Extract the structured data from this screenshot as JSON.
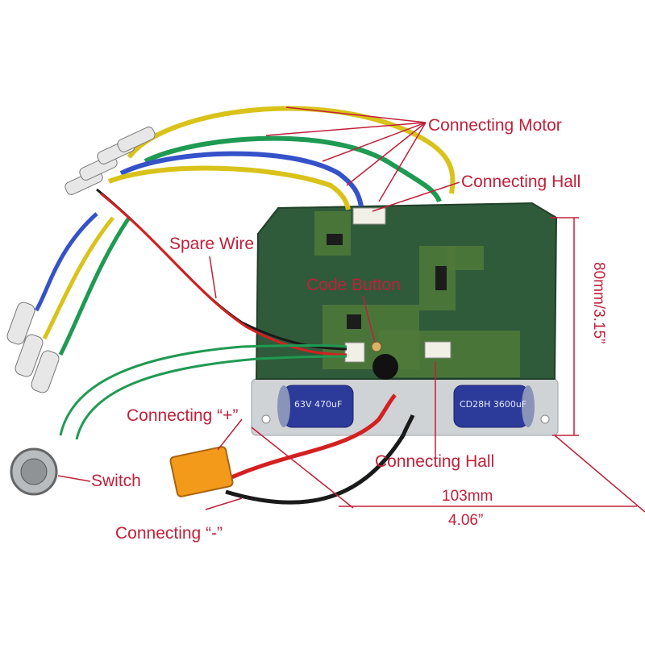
{
  "labels": {
    "connecting_motor": "Connecting Motor",
    "connecting_hall_top": "Connecting Hall",
    "spare_wire": "Spare Wire",
    "code_button": "Code Button",
    "connecting_plus": "Connecting “+”",
    "switch": "Switch",
    "connecting_hall_bottom": "Connecting Hall",
    "connecting_minus": "Connecting “-”"
  },
  "dimensions": {
    "height_label": "80mm/3.15”",
    "width_mm": "103mm",
    "width_in": "4.06”"
  },
  "capacitors": {
    "left_text": "63V 470uF",
    "right_text": "CD28H 3600uF"
  },
  "colors": {
    "label": "#c0203a",
    "pcb": "#2f5b3a",
    "board_plate": "#cfd3d6",
    "wire_yellow": "#d9c21a",
    "wire_blue": "#3552c8",
    "wire_green": "#1f9a52",
    "wire_red": "#d42020",
    "wire_black": "#1a1a1a",
    "capacitor": "#2c3a9a",
    "connector": "#f39a1b"
  }
}
